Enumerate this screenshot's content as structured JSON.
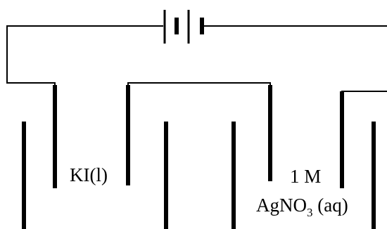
{
  "diagram": {
    "labels": {
      "left_solution": "KI(l)",
      "right_concentration": "1 M",
      "right_solution_main": "AgNO",
      "right_solution_subscript": "3",
      "right_solution_state": " (aq)"
    },
    "colors": {
      "ink": "#000000",
      "background": "#ffffff"
    }
  }
}
